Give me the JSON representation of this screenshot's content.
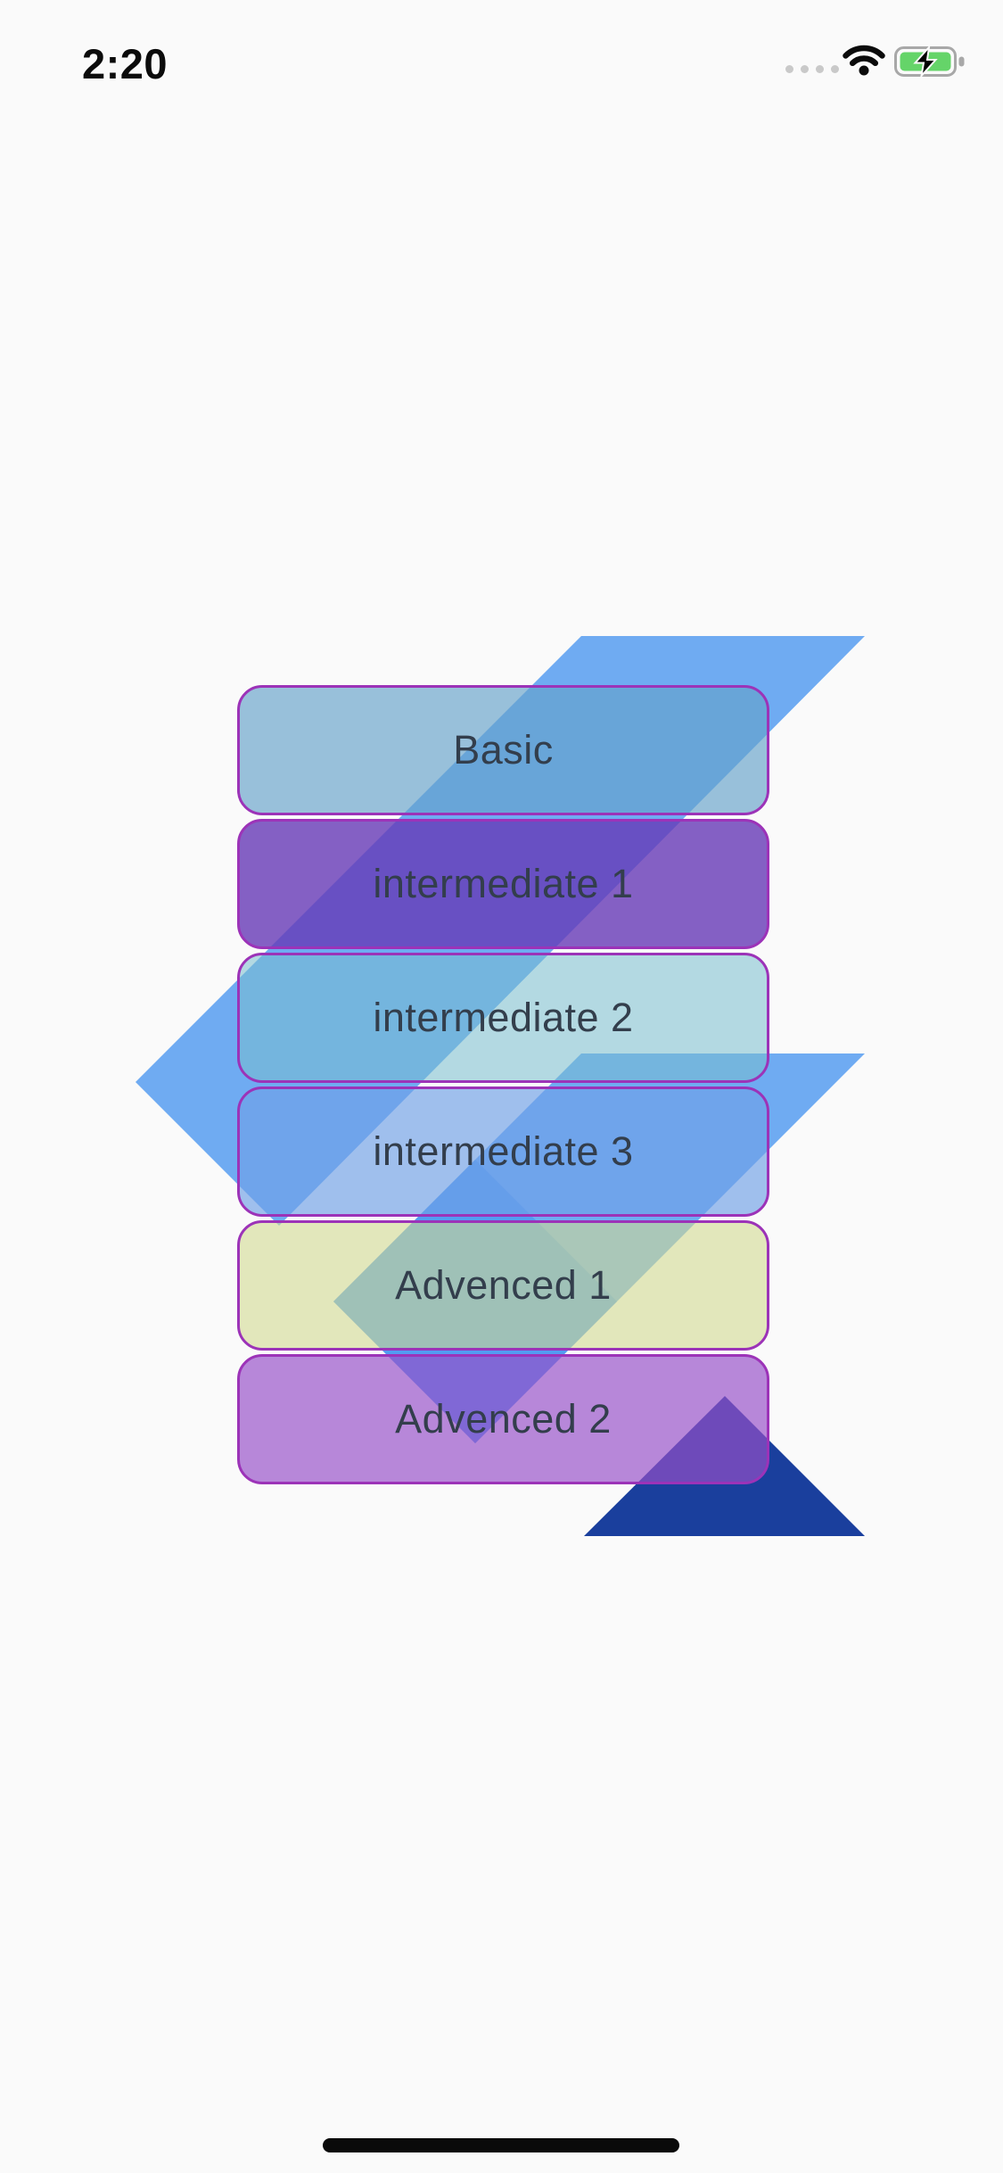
{
  "status_bar": {
    "time": "2:20",
    "cellular_icon": "signal-dots",
    "cellular_dot_count": 4,
    "wifi_icon": "wifi",
    "battery_icon": "battery-charging",
    "battery_fill_color": "#65D469",
    "battery_outline_color": "#A8A8A8"
  },
  "screen": {
    "background_color": "#FAFAFA"
  },
  "logo": {
    "name": "flutter-logo-background",
    "light_blue": "#4C97F0",
    "dark_navy": "#1A3F9D",
    "light_opacity": "0.8"
  },
  "button_style": {
    "border_color": "#9C33B8",
    "text_color": "#333E4C"
  },
  "buttons": [
    {
      "label": "Basic",
      "fill": "rgba(100,162,202,0.65)"
    },
    {
      "label": "intermediate 1",
      "fill": "rgba(103,58,183,0.80)"
    },
    {
      "label": "intermediate 2",
      "fill": "rgba(120,190,205,0.55)"
    },
    {
      "label": "intermediate 3",
      "fill": "rgba(110,160,230,0.65)"
    },
    {
      "label": "Advenced 1",
      "fill": "rgba(210,218,145,0.60)"
    },
    {
      "label": "Advenced 2",
      "fill": "rgba(150,80,200,0.68)"
    }
  ],
  "home_indicator": {
    "color": "#0A0A0A"
  }
}
